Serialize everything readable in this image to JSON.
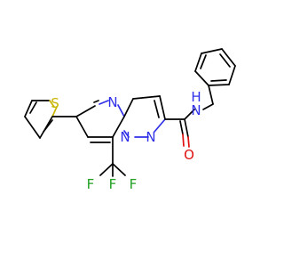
{
  "atoms": {
    "s": "S",
    "n_pyrimidine": "N",
    "n_bridge": "N",
    "n_pyrazole": "N",
    "nh": "N",
    "h": "H",
    "o": "O",
    "f1": "F",
    "f2": "F",
    "f3": "F"
  },
  "colors": {
    "carbon": "#000000",
    "nitrogen": "#3030e8",
    "oxygen": "#e01010",
    "sulfur": "#c8b400",
    "fluorine": "#22a022"
  }
}
